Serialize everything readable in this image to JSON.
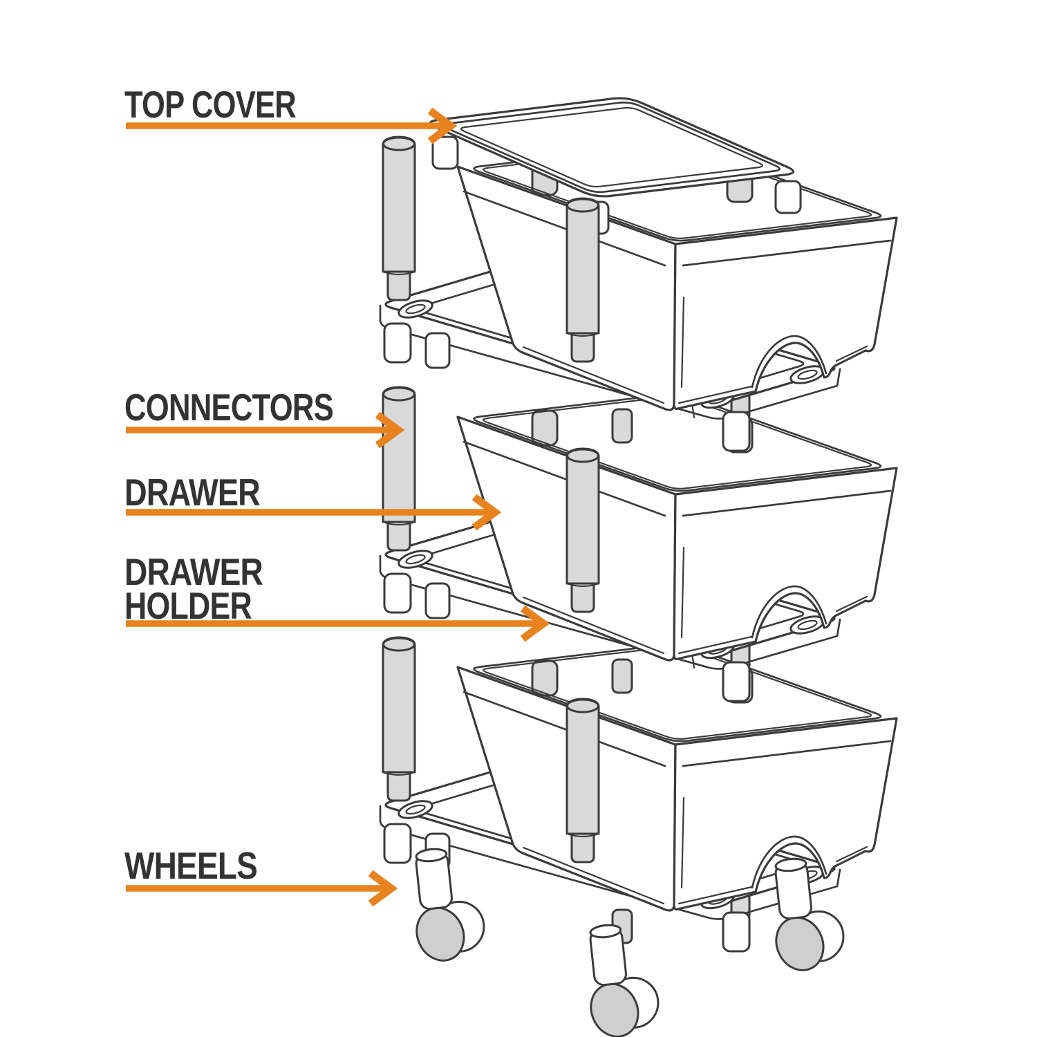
{
  "diagram": {
    "description": "Exploded-view assembly diagram of a 3-drawer rolling storage cart",
    "background_color": "#ffffff",
    "accent_color": "#e8821f",
    "line_color": "#3b3b3b",
    "text_color": "#333333",
    "connector_fill": "#d9d9d9",
    "wheel_fill": "#cfcfcf",
    "labels": [
      {
        "id": "top-cover",
        "text": "TOP COVER"
      },
      {
        "id": "connectors",
        "text": "CONNECTORS"
      },
      {
        "id": "drawer",
        "text": "DRAWER"
      },
      {
        "id": "drawer-holder",
        "line1": "DRAWER",
        "line2": "HOLDER"
      },
      {
        "id": "wheels",
        "text": "WHEELS"
      }
    ],
    "part_counts": {
      "top_cover": 1,
      "drawers": 3,
      "drawer_holders": 3,
      "connectors_visible": 6,
      "wheels_visible": 3
    }
  }
}
